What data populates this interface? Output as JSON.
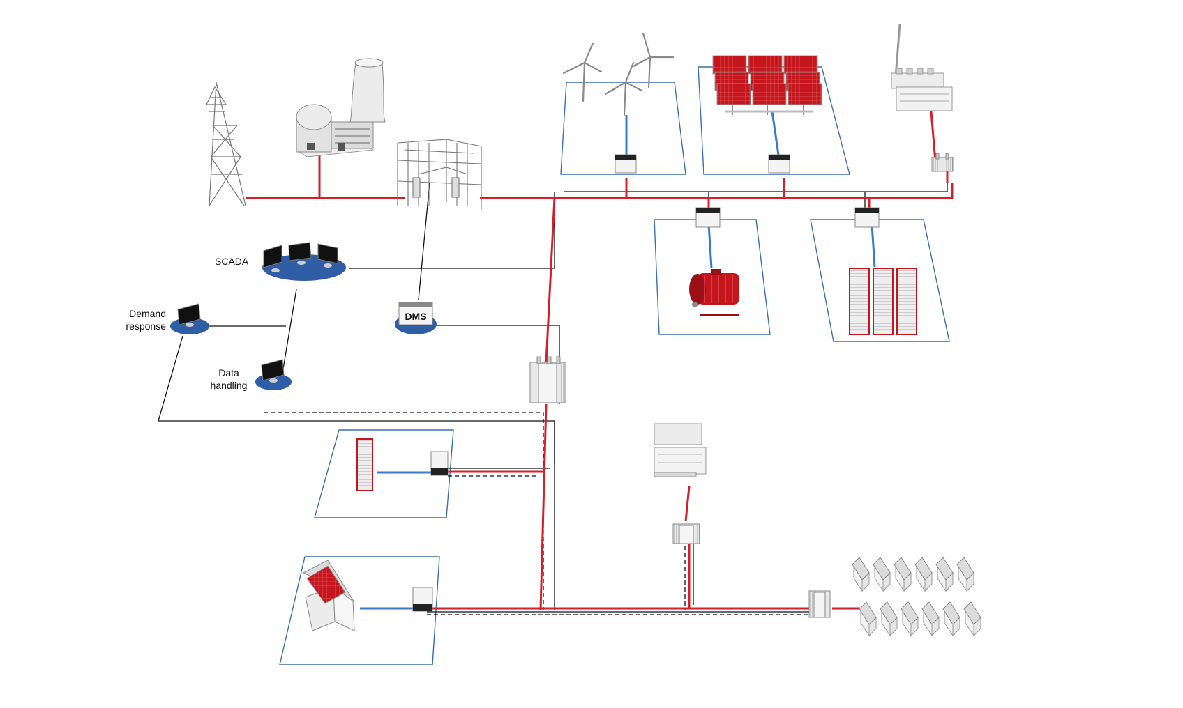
{
  "labels": {
    "scada": "SCADA",
    "demand_response_line1": "Demand",
    "demand_response_line2": "response",
    "data_handling_line1": "Data",
    "data_handling_line2": "handling",
    "dms": "DMS"
  },
  "colors": {
    "power_line": "#d4202a",
    "dc_line": "#3a7bc8",
    "comm_line": "#111111",
    "boundary": "#3b6fb0",
    "control_station": "#2f5da6",
    "equipment_red": "#c4161c",
    "equipment_grey": "#e6e6e6"
  },
  "icons": [
    "transmission-tower-icon",
    "nuclear-power-plant-icon",
    "cooling-tower-icon",
    "substation-icon",
    "wind-turbine-icon",
    "solar-panel-icon",
    "industrial-plant-icon",
    "transformer-icon",
    "inverter-icon",
    "electric-motor-icon",
    "battery-storage-icon",
    "house-icon",
    "monitor-icon"
  ]
}
